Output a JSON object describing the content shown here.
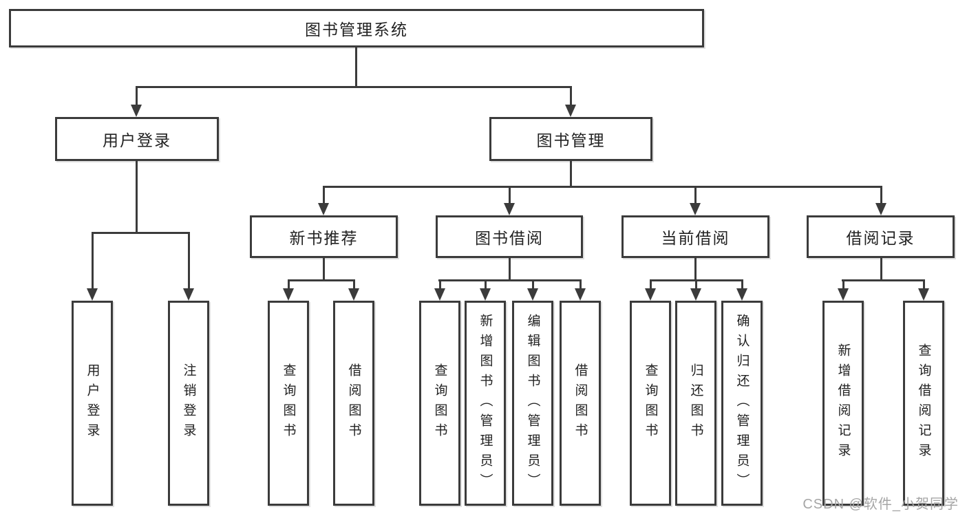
{
  "tree": {
    "label": "图书管理系统",
    "children": [
      {
        "label": "用户登录",
        "children": [
          {
            "label": "用户登录"
          },
          {
            "label": "注销登录"
          }
        ]
      },
      {
        "label": "图书管理",
        "children": [
          {
            "label": "新书推荐",
            "children": [
              {
                "label": "查询图书"
              },
              {
                "label": "借阅图书"
              }
            ]
          },
          {
            "label": "图书借阅",
            "children": [
              {
                "label": "查询图书"
              },
              {
                "label": "新增图书（管理员）"
              },
              {
                "label": "编辑图书（管理员）"
              },
              {
                "label": "借阅图书"
              }
            ]
          },
          {
            "label": "当前借阅",
            "children": [
              {
                "label": "查询图书"
              },
              {
                "label": "归还图书"
              },
              {
                "label": "确认归还（管理员）"
              }
            ]
          },
          {
            "label": "借阅记录",
            "children": [
              {
                "label": "新增借阅记录"
              },
              {
                "label": "查询借阅记录"
              }
            ]
          }
        ]
      }
    ]
  },
  "watermark": {
    "text": "CSDN @软件_小贺同学"
  },
  "colors": {
    "line": "#3b3b3b",
    "text": "#222222",
    "background": "#ffffff",
    "watermark": "#a6a6a6"
  }
}
